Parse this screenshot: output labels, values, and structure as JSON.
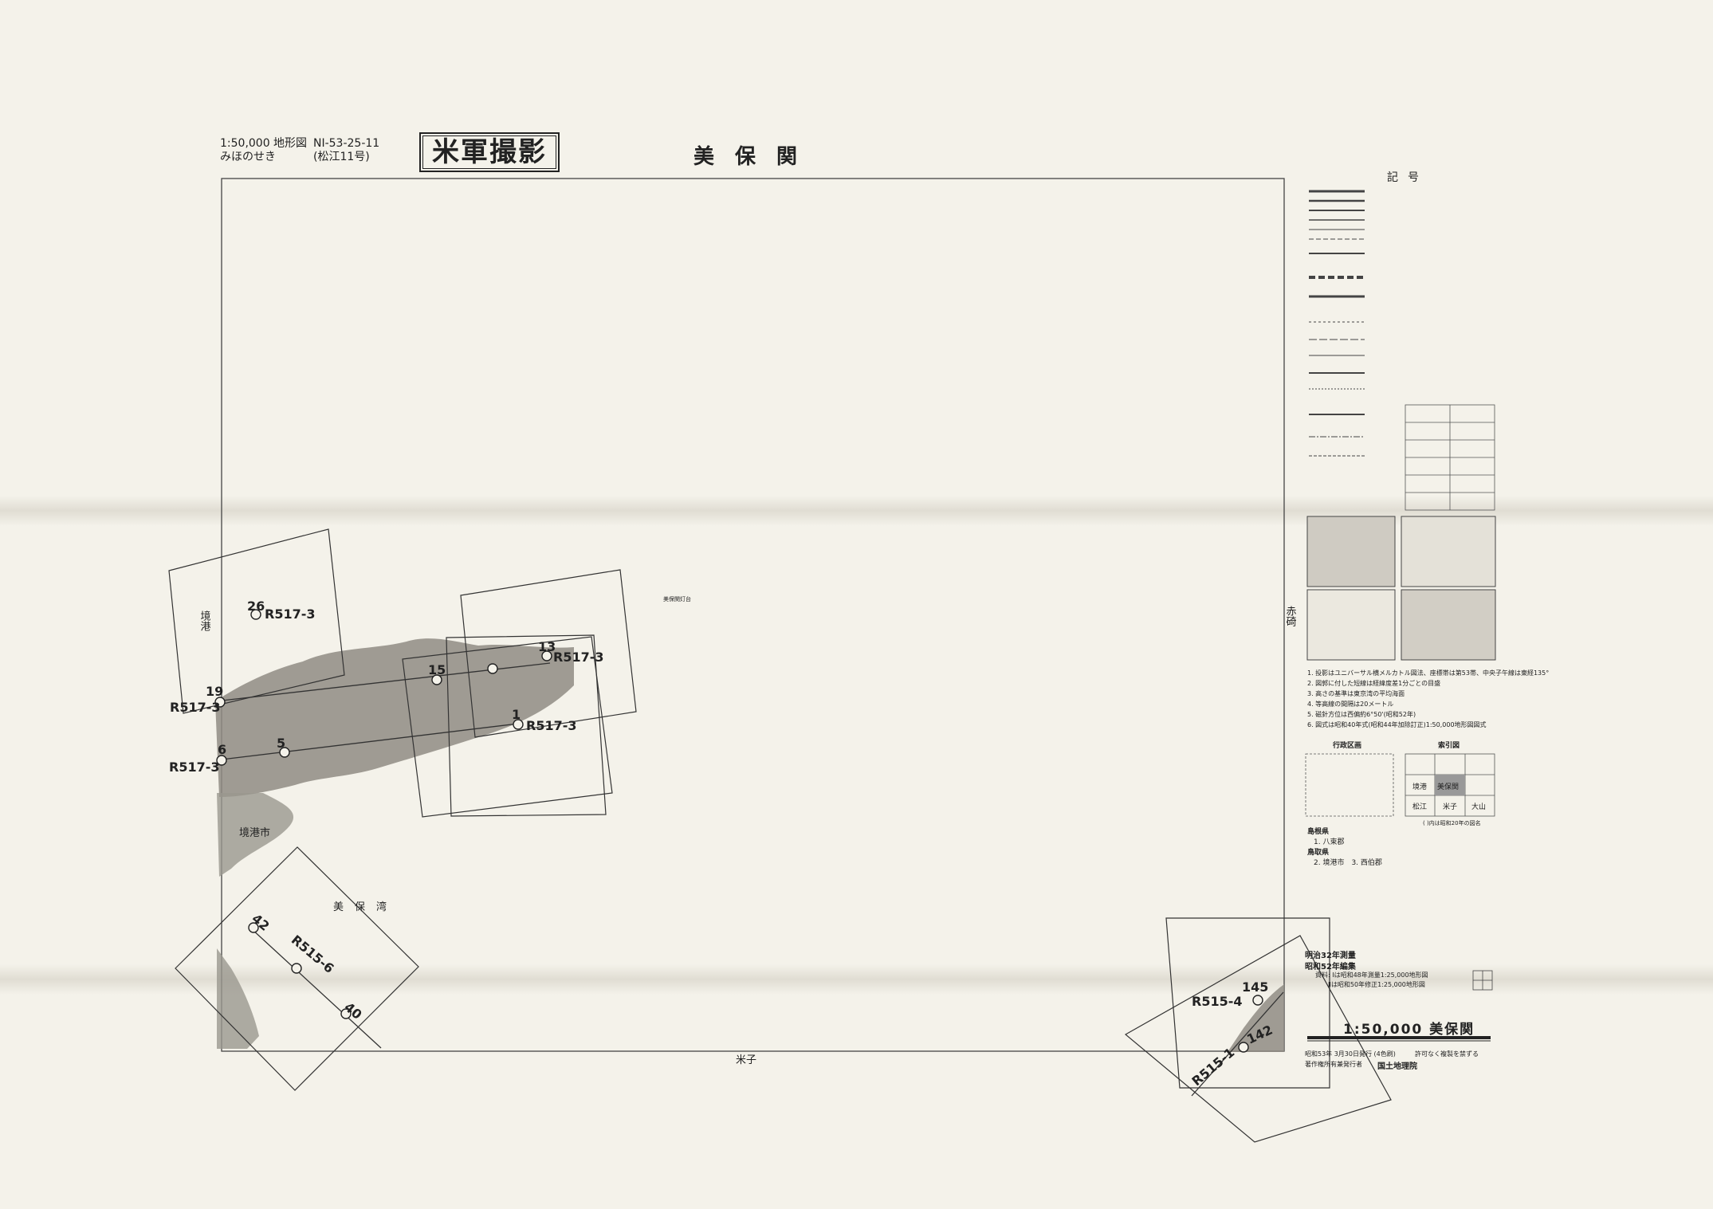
{
  "header": {
    "scale_line": "1:50,000 地形図",
    "sheet_code": "NI-53-25-11",
    "reading": "みほのせき",
    "series": "(松江11号)",
    "stamp": "米軍撮影",
    "title": "美保関"
  },
  "legend": {
    "title": "記号",
    "admin_title": "行政区画",
    "index_title": "索引図",
    "index_cells": [
      "境港",
      "",
      "美保関",
      "",
      "松江",
      "米子",
      "大山"
    ],
    "index_note": "( )内は昭和20年の図名",
    "notes": [
      "1. 投影はユニバーサル横メルカトル図法、座標帯は第53帯、中央子午線は東経135°",
      "2. 図郭に付した短線は経緯度差1分ごとの目盛",
      "3. 高さの基準は東京湾の平均海面",
      "4. 等高線の間隔は20メートル",
      "5. 磁針方位は西偏約6°50'(昭和52年)",
      "6. 図式は昭和40年式(昭和44年加除訂正)1:50,000地形図図式"
    ],
    "prefectures": [
      {
        "name": "島根県",
        "items": "1. 八束郡"
      },
      {
        "name": "鳥取県",
        "items": "2. 境港市　3. 西伯郡"
      }
    ]
  },
  "map": {
    "place_labels": {
      "sakaiminato_port": "境港",
      "sakaiminato_city": "境港市",
      "miho_bay": "美保湾",
      "south_margin": "米子",
      "lighthouse": "美保関灯台",
      "side_label": "赤碕"
    },
    "photo_labels": [
      {
        "id": "26",
        "run": "R517-3"
      },
      {
        "id": "13",
        "run": "R517-3"
      },
      {
        "id": "15",
        "run": ""
      },
      {
        "id": "19",
        "run": "R517-3"
      },
      {
        "id": "1",
        "run": "R517-3"
      },
      {
        "id": "6",
        "run": "R517-3"
      },
      {
        "id": "5",
        "run": ""
      },
      {
        "id": "42",
        "run": "R515-6"
      },
      {
        "id": "40",
        "run": ""
      },
      {
        "id": "145",
        "run": "R515-4"
      },
      {
        "id": "142",
        "run": "R515-1"
      }
    ]
  },
  "footer": {
    "survey": "明治32年測量",
    "edit": "昭和52年編集",
    "source1": "資料: Ⅰは昭和48年測量1:25,000地形図",
    "source2": "Ⅱは昭和50年修正1:25,000地形図",
    "scale_title": "1:50,000 美保関",
    "issue": "昭和53年 3月30日発行 (4色刷)",
    "warning": "許可なく複製を禁ずる",
    "publisher_label": "著作権所有兼発行者",
    "publisher": "国土地理院"
  },
  "colors": {
    "paper": "#f4f2ea",
    "ink": "#222222",
    "land": "#8f8c84"
  }
}
